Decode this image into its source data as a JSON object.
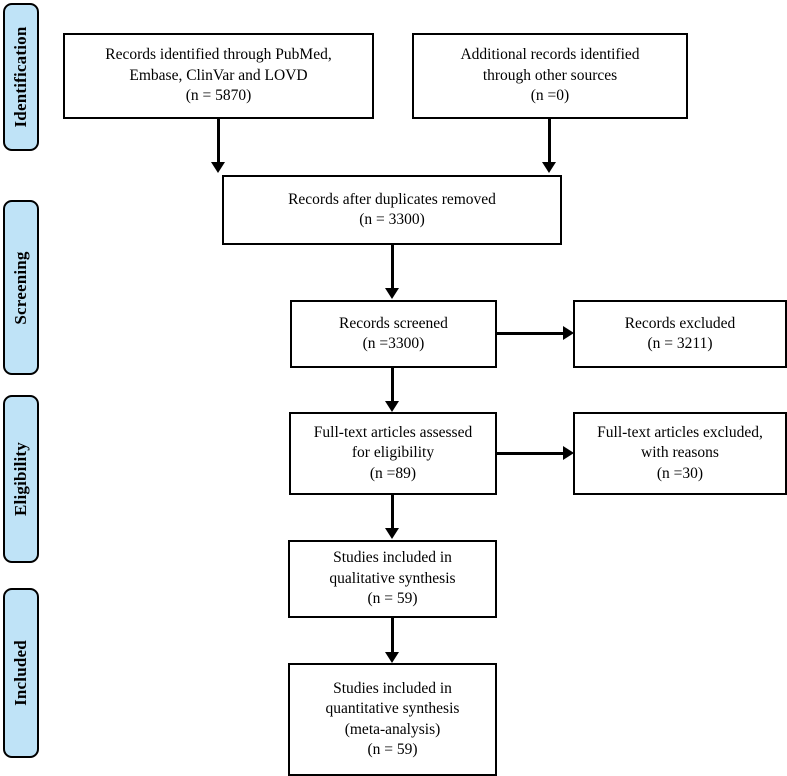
{
  "diagram": {
    "type": "prisma-flow-diagram",
    "accent_color": "#bfe3f7",
    "line_color": "#000000",
    "background_color": "#ffffff",
    "stages": [
      {
        "id": "identification",
        "label": "Identification"
      },
      {
        "id": "screening",
        "label": "Screening"
      },
      {
        "id": "eligibility",
        "label": "Eligibility"
      },
      {
        "id": "included",
        "label": "Included"
      }
    ],
    "boxes": {
      "records_identified": {
        "text": "Records identified through PubMed,\nEmbase, ClinVar and LOVD\n(n = 5870)",
        "count": 5870
      },
      "additional_records": {
        "text": "Additional records identified\nthrough other sources\n(n =0)",
        "count": 0
      },
      "duplicates_removed": {
        "text": "Records after duplicates removed\n(n = 3300)",
        "count": 3300
      },
      "records_screened": {
        "text": "Records screened\n(n =3300)",
        "count": 3300
      },
      "records_excluded": {
        "text": "Records excluded\n(n = 3211)",
        "count": 3211
      },
      "fulltext_assessed": {
        "text": "Full-text articles assessed\nfor eligibility\n(n =89)",
        "count": 89
      },
      "fulltext_excluded": {
        "text": "Full-text articles excluded,\nwith reasons\n(n =30)",
        "count": 30
      },
      "qualitative_synthesis": {
        "text": "Studies included in\nqualitative synthesis\n(n = 59)",
        "count": 59
      },
      "quantitative_synthesis": {
        "text": "Studies included in\nquantitative synthesis\n(meta-analysis)\n(n = 59)",
        "count": 59
      }
    }
  }
}
